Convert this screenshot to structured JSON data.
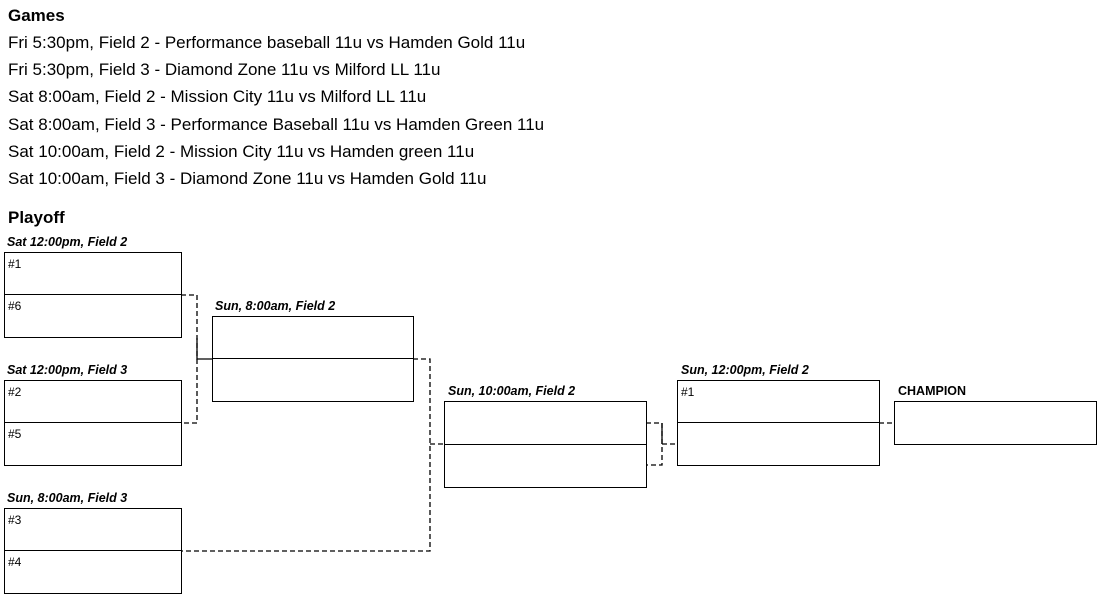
{
  "games": {
    "heading": "Games",
    "items": [
      "Fri 5:30pm, Field 2 - Performance baseball 11u vs Hamden Gold 11u",
      "Fri 5:30pm, Field 3 - Diamond Zone 11u vs Milford LL 11u",
      "Sat 8:00am, Field 2 - Mission City 11u vs Milford LL 11u",
      "Sat 8:00am, Field 3 - Performance Baseball 11u vs Hamden Green 11u",
      "Sat 10:00am, Field 2 - Mission City 11u vs Hamden green 11u",
      "Sat 10:00am, Field 3 - Diamond Zone 11u vs Hamden Gold 11u"
    ]
  },
  "playoff": {
    "heading": "Playoff",
    "matches": [
      {
        "caption": "Sat 12:00pm, Field 2",
        "top_seed": "#1",
        "bottom_seed": "#6"
      },
      {
        "caption": "Sat 12:00pm, Field 3",
        "top_seed": "#2",
        "bottom_seed": "#5"
      },
      {
        "caption": "Sun, 8:00am, Field 3",
        "top_seed": "#3",
        "bottom_seed": "#4"
      },
      {
        "caption": "Sun, 8:00am, Field 2",
        "top_seed": "",
        "bottom_seed": ""
      },
      {
        "caption": "Sun, 10:00am, Field 2",
        "top_seed": "",
        "bottom_seed": ""
      },
      {
        "caption": "Sun, 12:00pm, Field 2",
        "top_seed": "#1",
        "bottom_seed": ""
      }
    ],
    "champion_label": "CHAMPION"
  }
}
